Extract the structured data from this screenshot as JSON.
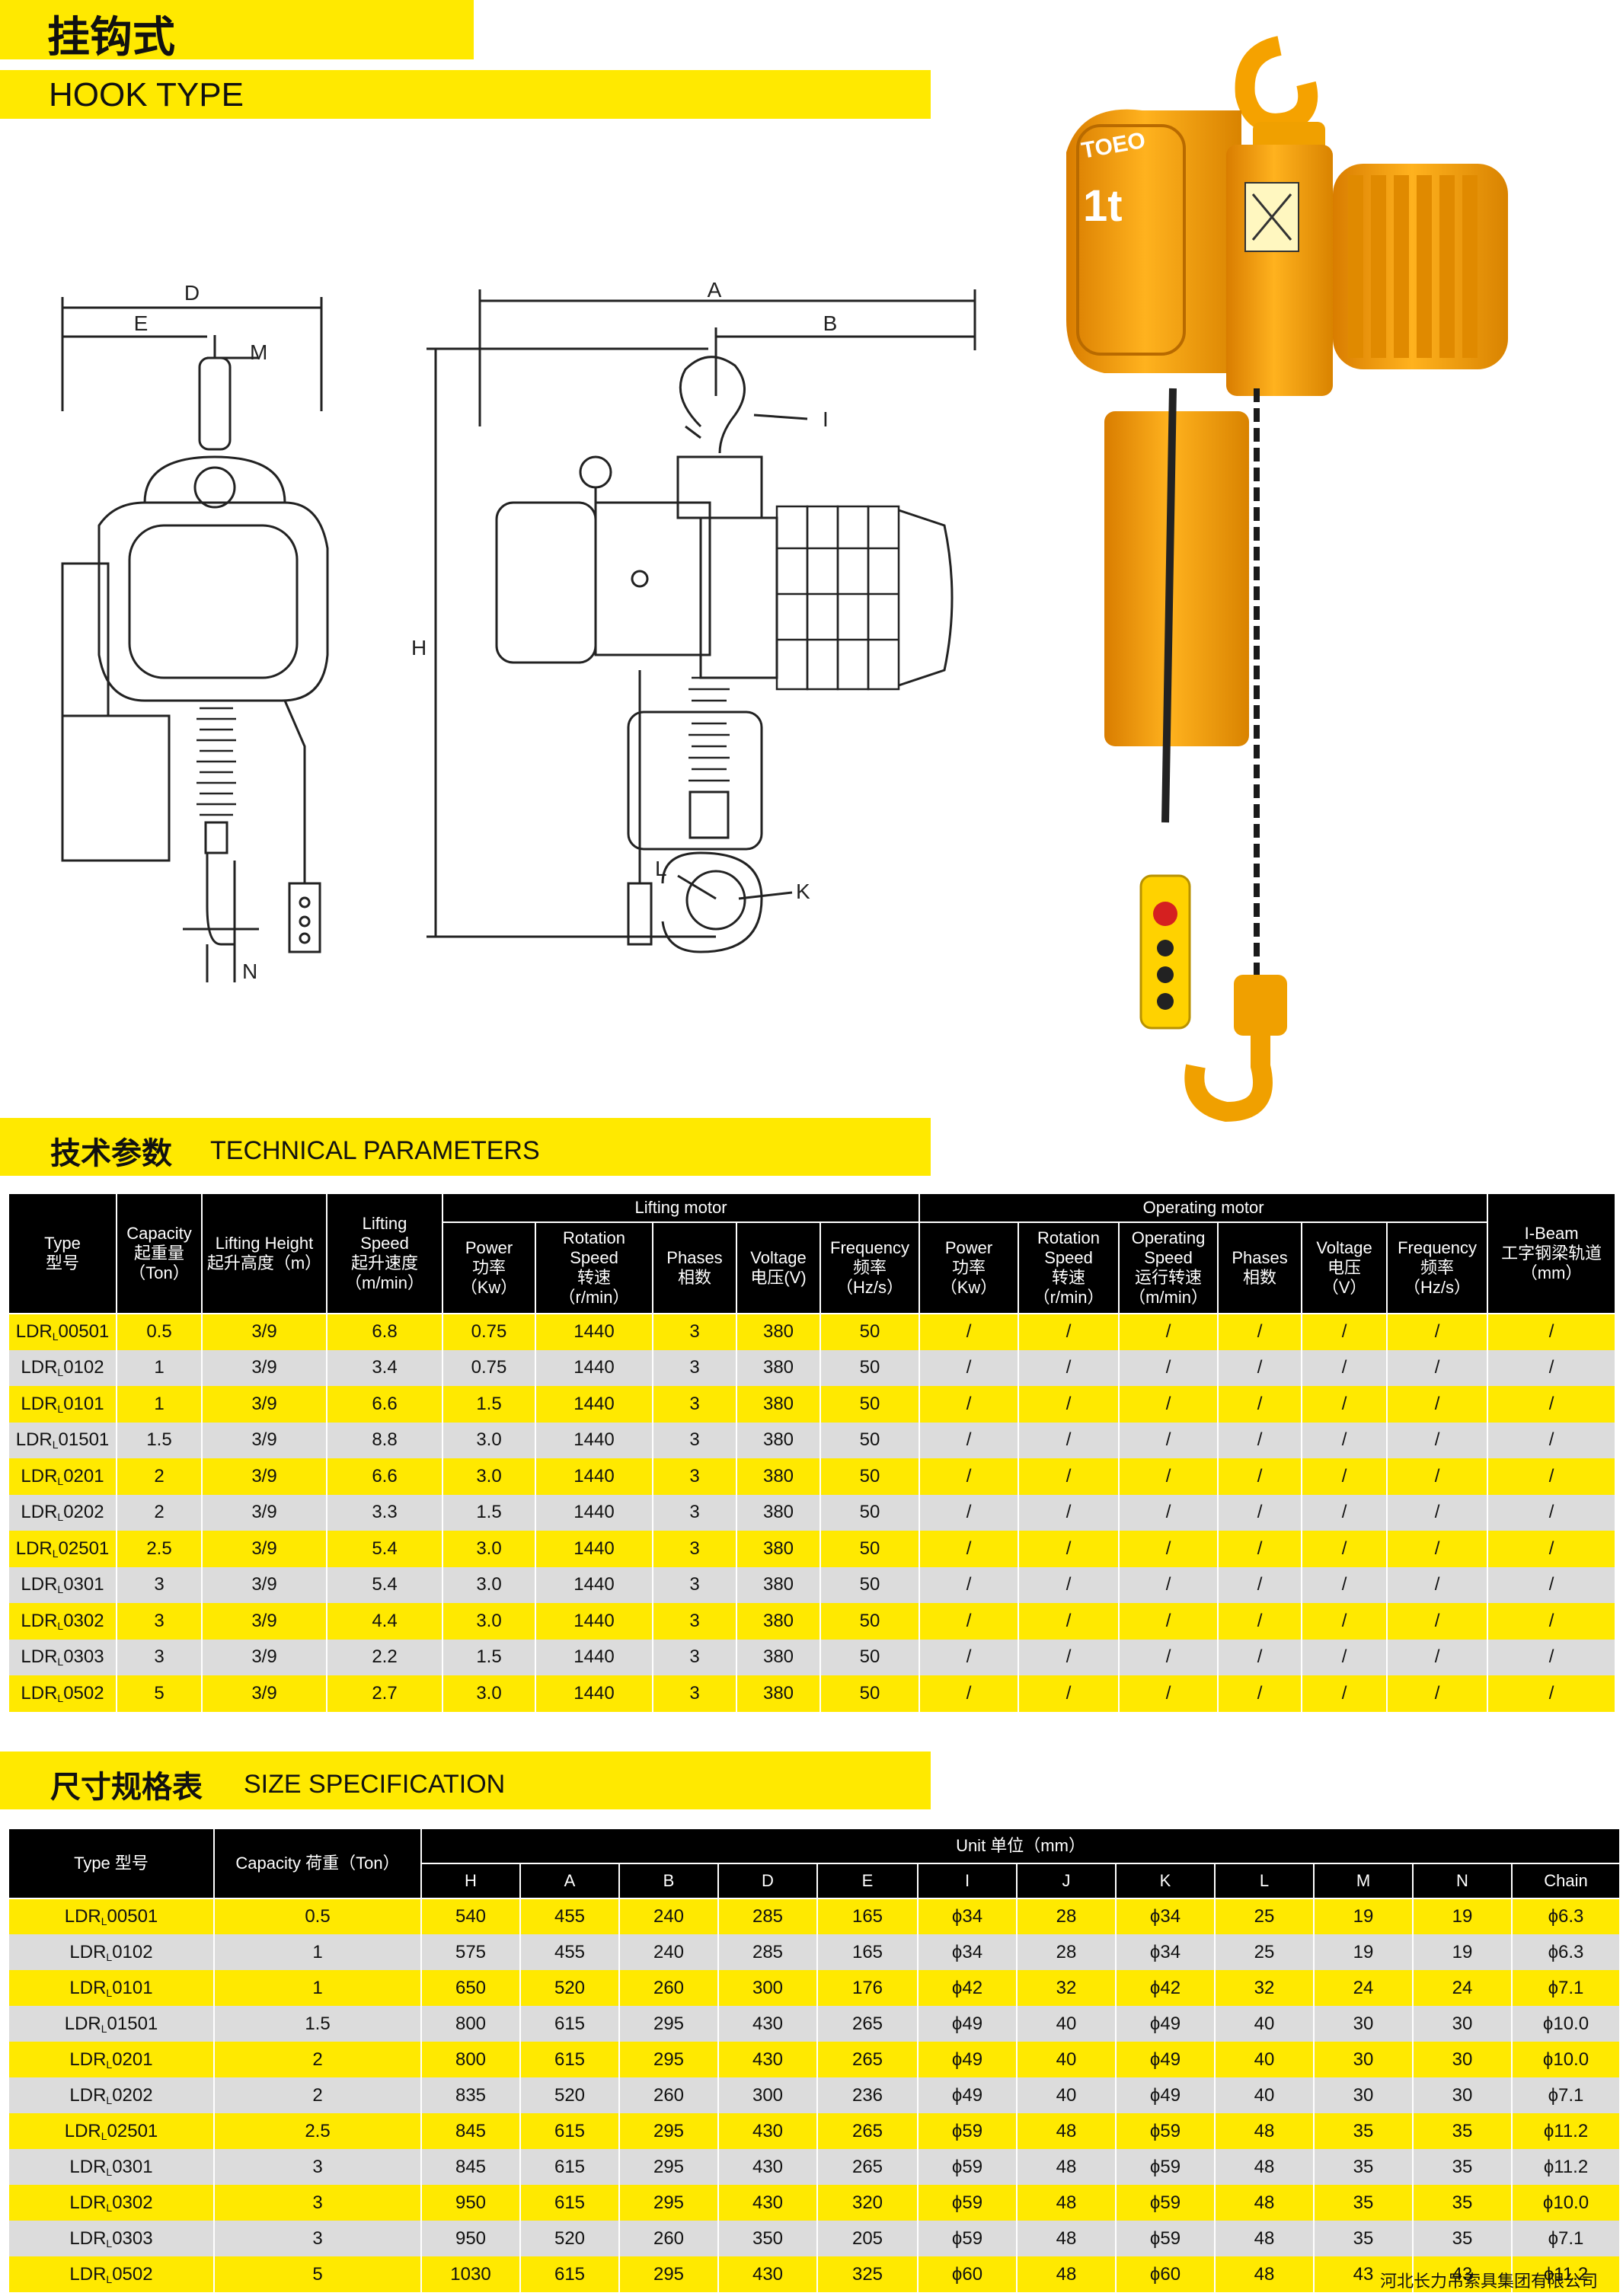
{
  "header": {
    "title_cn": "挂钩式",
    "title_en": "HOOK TYPE"
  },
  "drawing": {
    "labels": {
      "D": "D",
      "E": "E",
      "M": "M",
      "N": "N",
      "A": "A",
      "B": "B",
      "H": "H",
      "I": "I",
      "K": "K",
      "L": "L"
    }
  },
  "product": {
    "brand": "TOEO",
    "capacity": "1t"
  },
  "tech": {
    "title_cn": "技术参数",
    "title_en": "TECHNICAL PARAMETERS",
    "group_lifting": "Lifting motor",
    "group_operating": "Operating motor",
    "headers": {
      "type": [
        "Type",
        "型号"
      ],
      "capacity": [
        "Capacity",
        "起重量",
        "（Ton）"
      ],
      "lifting_height": [
        "Lifting Height",
        "起升高度（m）"
      ],
      "lifting_speed": [
        "Lifting",
        "Speed",
        "起升速度",
        "（m/min）"
      ],
      "lm_power": [
        "Power",
        "功率",
        "（Kw）"
      ],
      "lm_rotation": [
        "Rotation",
        "Speed",
        "转速",
        "（r/min）"
      ],
      "lm_phases": [
        "Phases",
        "相数"
      ],
      "lm_voltage": [
        "Voltage",
        "电压(V)"
      ],
      "lm_frequency": [
        "Frequency",
        "频率",
        "（Hz/s）"
      ],
      "om_power": [
        "Power",
        "功率",
        "（Kw）"
      ],
      "om_rotation": [
        "Rotation",
        "Speed",
        "转速",
        "（r/min）"
      ],
      "om_operating": [
        "Operating",
        "Speed",
        "运行转速",
        "（m/min）"
      ],
      "om_phases": [
        "Phases",
        "相数"
      ],
      "om_voltage": [
        "Voltage",
        "电压",
        "（V）"
      ],
      "om_frequency": [
        "Frequency",
        "频率",
        "（Hz/s）"
      ],
      "ibeam": [
        "I-Beam",
        "工字钢梁轨道",
        "（mm）"
      ]
    },
    "rows": [
      {
        "pre": "LDR",
        "sub": "L",
        "num": "00501",
        "cap": "0.5",
        "lh": "3/9",
        "ls": "6.8",
        "p": "0.75",
        "r": "1440",
        "ph": "3",
        "v": "380",
        "f": "50"
      },
      {
        "pre": "LDR",
        "sub": "L",
        "num": "0102",
        "cap": "1",
        "lh": "3/9",
        "ls": "3.4",
        "p": "0.75",
        "r": "1440",
        "ph": "3",
        "v": "380",
        "f": "50"
      },
      {
        "pre": "LDR",
        "sub": "L",
        "num": "0101",
        "cap": "1",
        "lh": "3/9",
        "ls": "6.6",
        "p": "1.5",
        "r": "1440",
        "ph": "3",
        "v": "380",
        "f": "50"
      },
      {
        "pre": "LDR",
        "sub": "L",
        "num": "01501",
        "cap": "1.5",
        "lh": "3/9",
        "ls": "8.8",
        "p": "3.0",
        "r": "1440",
        "ph": "3",
        "v": "380",
        "f": "50"
      },
      {
        "pre": "LDR",
        "sub": "L",
        "num": "0201",
        "cap": "2",
        "lh": "3/9",
        "ls": "6.6",
        "p": "3.0",
        "r": "1440",
        "ph": "3",
        "v": "380",
        "f": "50"
      },
      {
        "pre": "LDR",
        "sub": "L",
        "num": "0202",
        "cap": "2",
        "lh": "3/9",
        "ls": "3.3",
        "p": "1.5",
        "r": "1440",
        "ph": "3",
        "v": "380",
        "f": "50"
      },
      {
        "pre": "LDR",
        "sub": "L",
        "num": "02501",
        "cap": "2.5",
        "lh": "3/9",
        "ls": "5.4",
        "p": "3.0",
        "r": "1440",
        "ph": "3",
        "v": "380",
        "f": "50"
      },
      {
        "pre": "LDR",
        "sub": "L",
        "num": "0301",
        "cap": "3",
        "lh": "3/9",
        "ls": "5.4",
        "p": "3.0",
        "r": "1440",
        "ph": "3",
        "v": "380",
        "f": "50"
      },
      {
        "pre": "LDR",
        "sub": "L",
        "num": "0302",
        "cap": "3",
        "lh": "3/9",
        "ls": "4.4",
        "p": "3.0",
        "r": "1440",
        "ph": "3",
        "v": "380",
        "f": "50"
      },
      {
        "pre": "LDR",
        "sub": "L",
        "num": "0303",
        "cap": "3",
        "lh": "3/9",
        "ls": "2.2",
        "p": "1.5",
        "r": "1440",
        "ph": "3",
        "v": "380",
        "f": "50"
      },
      {
        "pre": "LDR",
        "sub": "L",
        "num": "0502",
        "cap": "5",
        "lh": "3/9",
        "ls": "2.7",
        "p": "3.0",
        "r": "1440",
        "ph": "3",
        "v": "380",
        "f": "50"
      }
    ],
    "slash": "/"
  },
  "size": {
    "title_cn": "尺寸规格表",
    "title_en": "SIZE SPECIFICATION",
    "h_type": "Type  型号",
    "h_capacity": "Capacity  荷重（Ton）",
    "h_unit": "Unit 单位（mm）",
    "cols": [
      "H",
      "A",
      "B",
      "D",
      "E",
      "I",
      "J",
      "K",
      "L",
      "M",
      "N",
      "Chain"
    ],
    "rows": [
      {
        "pre": "LDR",
        "sub": "L",
        "num": "00501",
        "cap": "0.5",
        "v": [
          "540",
          "455",
          "240",
          "285",
          "165",
          "ϕ34",
          "28",
          "ϕ34",
          "25",
          "19",
          "19",
          "ϕ6.3"
        ]
      },
      {
        "pre": "LDR",
        "sub": "L",
        "num": "0102",
        "cap": "1",
        "v": [
          "575",
          "455",
          "240",
          "285",
          "165",
          "ϕ34",
          "28",
          "ϕ34",
          "25",
          "19",
          "19",
          "ϕ6.3"
        ]
      },
      {
        "pre": "LDR",
        "sub": "L",
        "num": "0101",
        "cap": "1",
        "v": [
          "650",
          "520",
          "260",
          "300",
          "176",
          "ϕ42",
          "32",
          "ϕ42",
          "32",
          "24",
          "24",
          "ϕ7.1"
        ]
      },
      {
        "pre": "LDR",
        "sub": "L",
        "num": "01501",
        "cap": "1.5",
        "v": [
          "800",
          "615",
          "295",
          "430",
          "265",
          "ϕ49",
          "40",
          "ϕ49",
          "40",
          "30",
          "30",
          "ϕ10.0"
        ]
      },
      {
        "pre": "LDR",
        "sub": "L",
        "num": "0201",
        "cap": "2",
        "v": [
          "800",
          "615",
          "295",
          "430",
          "265",
          "ϕ49",
          "40",
          "ϕ49",
          "40",
          "30",
          "30",
          "ϕ10.0"
        ]
      },
      {
        "pre": "LDR",
        "sub": "L",
        "num": "0202",
        "cap": "2",
        "v": [
          "835",
          "520",
          "260",
          "300",
          "236",
          "ϕ49",
          "40",
          "ϕ49",
          "40",
          "30",
          "30",
          "ϕ7.1"
        ]
      },
      {
        "pre": "LDR",
        "sub": "L",
        "num": "02501",
        "cap": "2.5",
        "v": [
          "845",
          "615",
          "295",
          "430",
          "265",
          "ϕ59",
          "48",
          "ϕ59",
          "48",
          "35",
          "35",
          "ϕ11.2"
        ]
      },
      {
        "pre": "LDR",
        "sub": "L",
        "num": "0301",
        "cap": "3",
        "v": [
          "845",
          "615",
          "295",
          "430",
          "265",
          "ϕ59",
          "48",
          "ϕ59",
          "48",
          "35",
          "35",
          "ϕ11.2"
        ]
      },
      {
        "pre": "LDR",
        "sub": "L",
        "num": "0302",
        "cap": "3",
        "v": [
          "950",
          "615",
          "295",
          "430",
          "320",
          "ϕ59",
          "48",
          "ϕ59",
          "48",
          "35",
          "35",
          "ϕ10.0"
        ]
      },
      {
        "pre": "LDR",
        "sub": "L",
        "num": "0303",
        "cap": "3",
        "v": [
          "950",
          "520",
          "260",
          "350",
          "205",
          "ϕ59",
          "48",
          "ϕ59",
          "48",
          "35",
          "35",
          "ϕ7.1"
        ]
      },
      {
        "pre": "LDR",
        "sub": "L",
        "num": "0502",
        "cap": "5",
        "v": [
          "1030",
          "615",
          "295",
          "430",
          "325",
          "ϕ60",
          "48",
          "ϕ60",
          "48",
          "43",
          "43",
          "ϕ11.2"
        ]
      }
    ]
  },
  "footer": {
    "company": "河北长力吊索具集团有限公司"
  }
}
